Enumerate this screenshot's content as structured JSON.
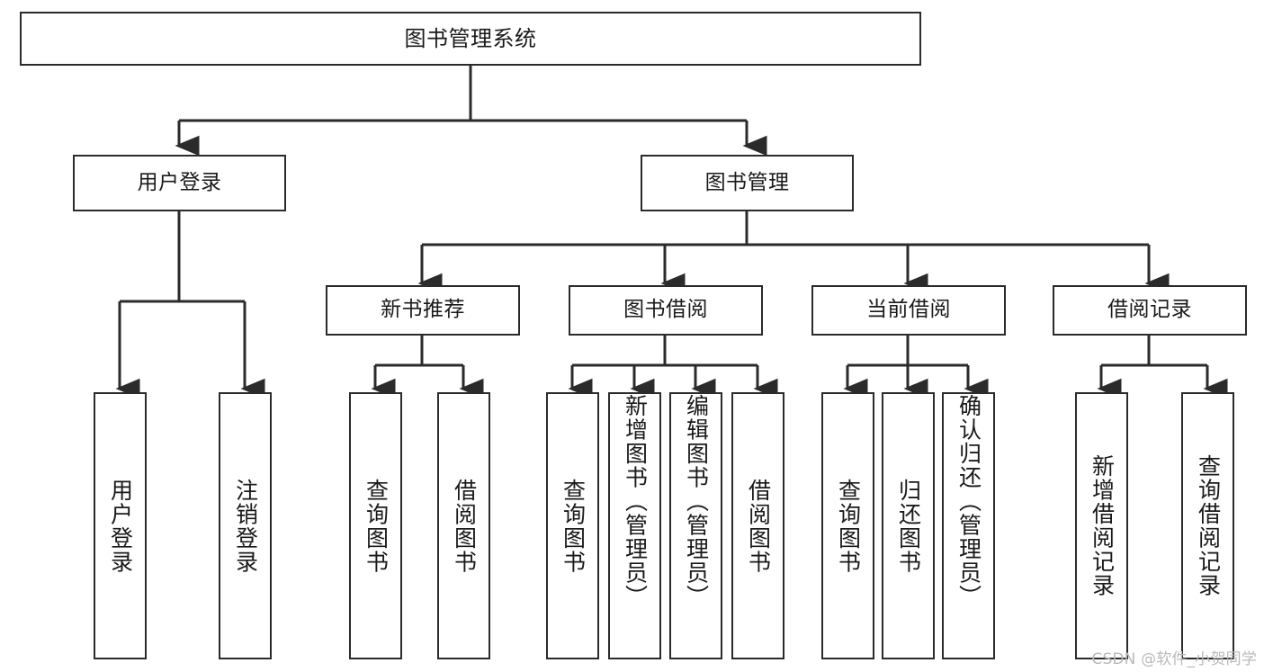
{
  "diagram": {
    "title": "图书管理系统",
    "type": "tree",
    "watermark": "CSDN @软件_小贺同学",
    "colors": {
      "box_border": "#2b2b2b",
      "box_fill": "#ffffff",
      "connector": "#2b2b2b",
      "background": "#ffffff",
      "watermark": "#b9b9b9"
    },
    "root": {
      "label": "图书管理系统"
    },
    "level1": [
      {
        "label": "用户登录"
      },
      {
        "label": "图书管理"
      }
    ],
    "level2": [
      {
        "label": "新书推荐"
      },
      {
        "label": "图书借阅"
      },
      {
        "label": "当前借阅"
      },
      {
        "label": "借阅记录"
      }
    ],
    "leaves": {
      "user_login": [
        {
          "label": "用户登录"
        },
        {
          "label": "注销登录"
        }
      ],
      "new_book_recommend": [
        {
          "label": "查询图书"
        },
        {
          "label": "借阅图书"
        }
      ],
      "book_borrow": [
        {
          "label": "查询图书"
        },
        {
          "label": "新增图书（管理员）"
        },
        {
          "label": "编辑图书（管理员）"
        },
        {
          "label": "借阅图书"
        }
      ],
      "current_borrow": [
        {
          "label": "查询图书"
        },
        {
          "label": "归还图书"
        },
        {
          "label": "确认归还（管理员）"
        }
      ],
      "borrow_record": [
        {
          "label": "新增借阅记录"
        },
        {
          "label": "查询借阅记录"
        }
      ]
    }
  }
}
